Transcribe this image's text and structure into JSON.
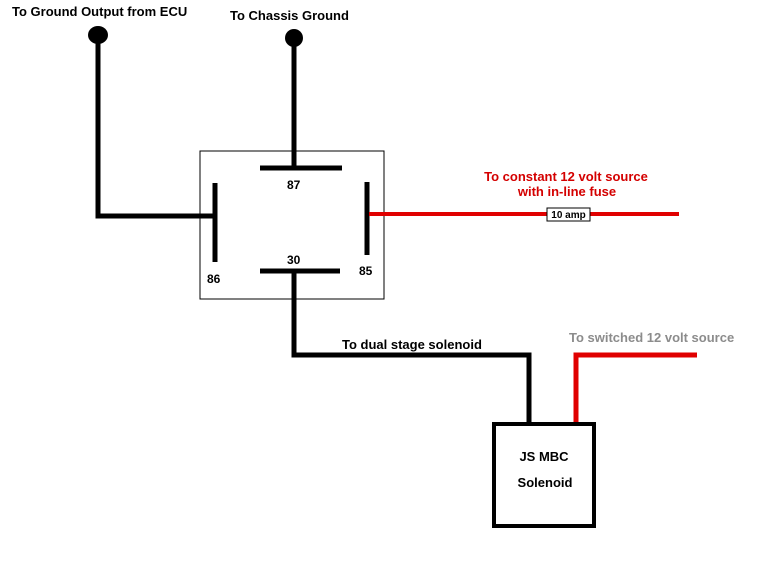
{
  "labels": {
    "ground_ecu": "To Ground Output from ECU",
    "chassis_ground": "To Chassis Ground",
    "constant_source_line1": "To constant 12 volt source",
    "constant_source_line2": "with in-line  fuse",
    "fuse_rating": "10 amp",
    "switched_source": "To switched 12 volt source",
    "dual_stage": "To dual stage solenoid"
  },
  "relay": {
    "pins": {
      "p87": "87",
      "p86": "86",
      "p85": "85",
      "p30": "30"
    }
  },
  "solenoid": {
    "line1": "JS MBC",
    "line2": "Solenoid"
  },
  "colors": {
    "wire_black": "#000000",
    "wire_red": "#e00000",
    "label_red": "#d40000",
    "label_gray": "#8c8c8c"
  }
}
